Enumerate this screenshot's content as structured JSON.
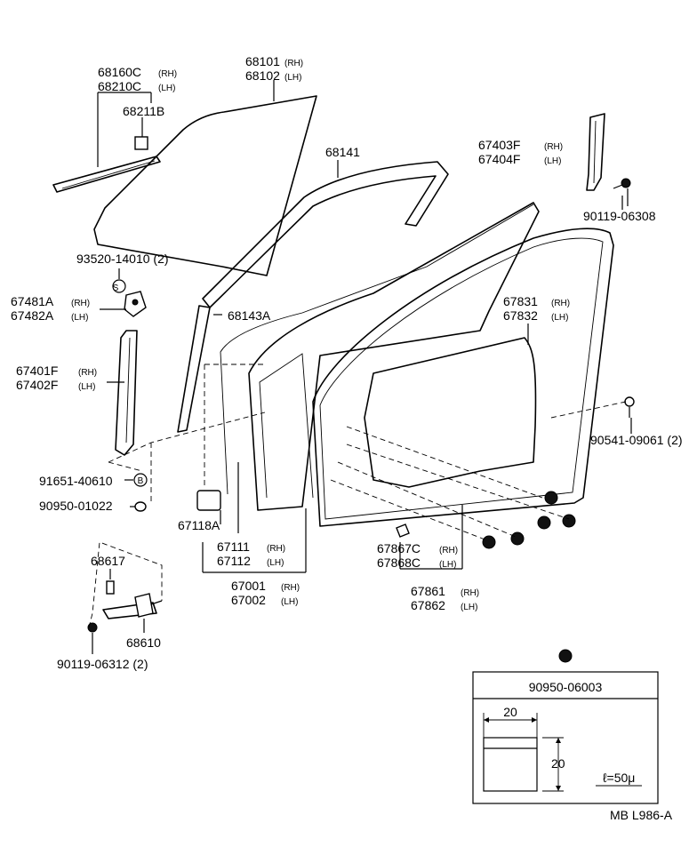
{
  "labels": {
    "glass_rh": "68101",
    "glass_lh": "68102",
    "belt_rh": "68160C",
    "belt_lh": "68210C",
    "clip_68211": "68211B",
    "run_68141": "68141",
    "bolt_93520": "93520-14010 (2)",
    "reg_rh": "67481A",
    "reg_lh": "67482A",
    "sash_front_rh": "67401F",
    "sash_front_lh": "67402F",
    "run_68143": "68143A",
    "sash_rear_rh": "67403F",
    "sash_rear_lh": "67404F",
    "bolt_90119_06308": "90119-06308",
    "cover_rh": "67831",
    "cover_lh": "67832",
    "clip_90541": "90541-09061 (2)",
    "clip_91651": "91651-40610",
    "plug_90950_01022": "90950-01022",
    "hole_cover_67118": "67118A",
    "panel_rh": "67111",
    "panel_lh": "67112",
    "door_rh": "67001",
    "door_lh": "67002",
    "ws_clip_rh": "67867C",
    "ws_clip_lh": "67868C",
    "ws_rh": "67861",
    "ws_lh": "67862",
    "pin_68617": "68617",
    "check_68610": "68610",
    "bolt_90119_06312": "90119-06312 (2)"
  },
  "side_marks": {
    "rh": "(RH)",
    "lh": "(LH)"
  },
  "callouts": {
    "s_mark": "S",
    "b_mark": "B"
  },
  "inset": {
    "part": "90950-06003",
    "width_dim": "20",
    "height_dim": "20",
    "thickness_note": "ℓ=50μ"
  },
  "footer": {
    "code": "MB  L986-A"
  }
}
